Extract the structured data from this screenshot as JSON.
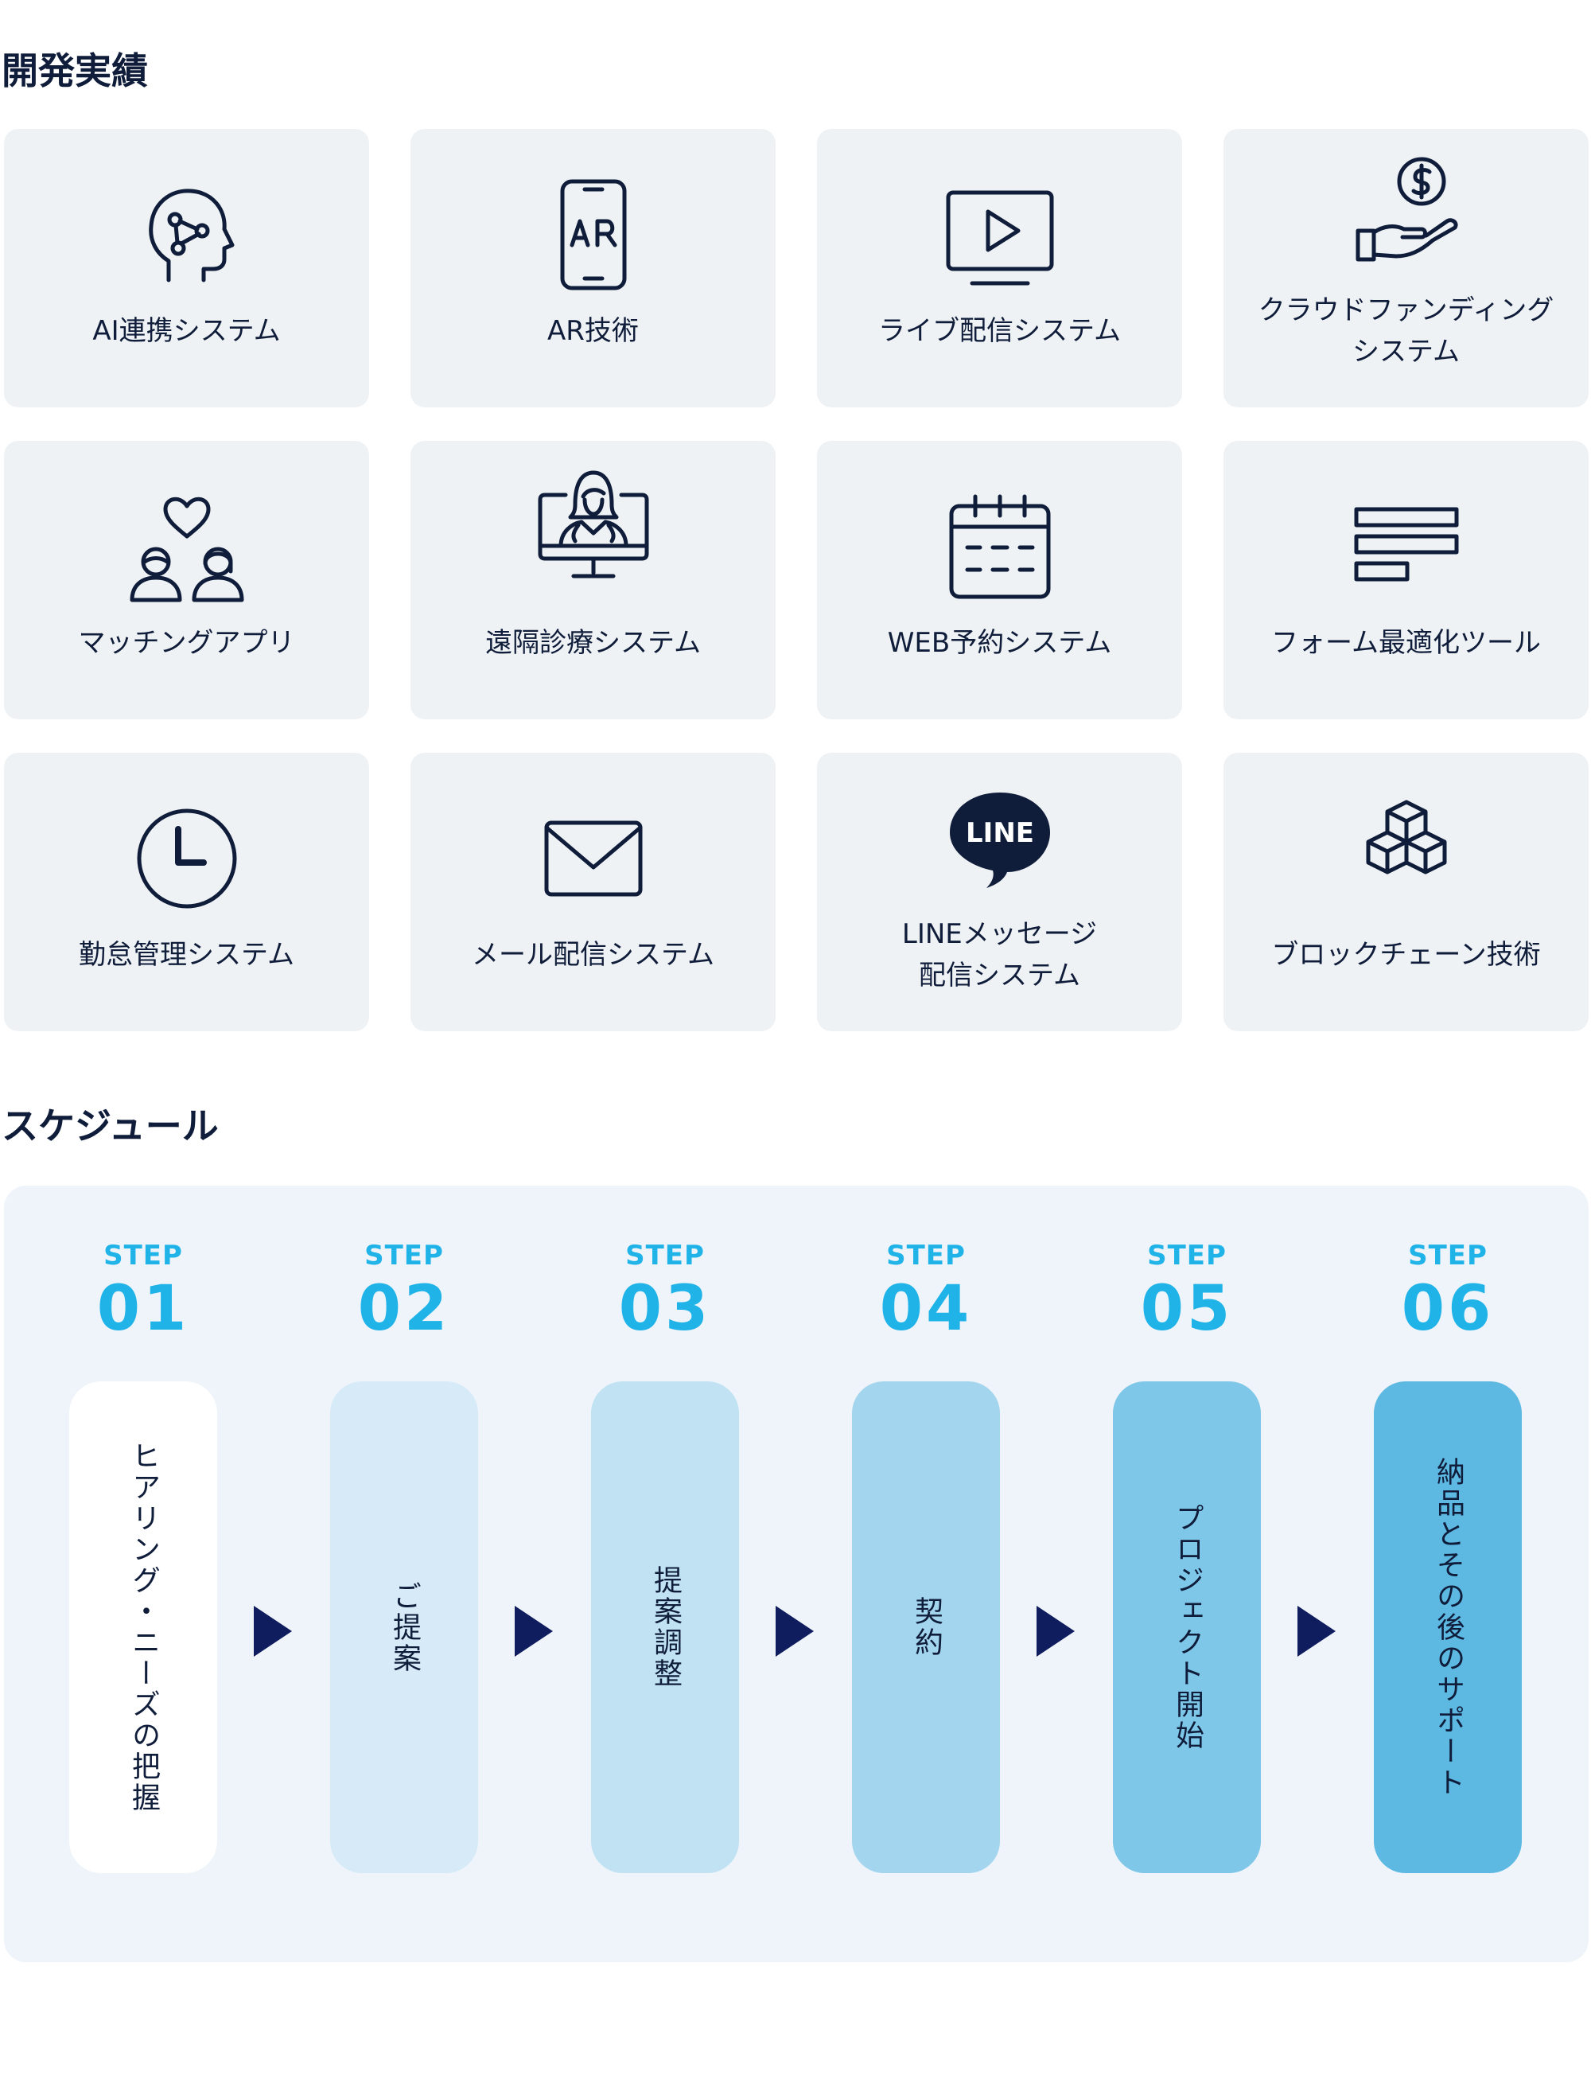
{
  "sections": {
    "works_title": "開発実績",
    "schedule_title": "スケジュール"
  },
  "works": [
    {
      "label": "AI連携システム",
      "icon": "ai-head-icon"
    },
    {
      "label": "AR技術",
      "icon": "ar-phone-icon"
    },
    {
      "label": "ライブ配信システム",
      "icon": "live-video-icon"
    },
    {
      "label": "クラウドファンディング\nシステム",
      "icon": "hand-coin-icon"
    },
    {
      "label": "マッチングアプリ",
      "icon": "matching-hearts-icon"
    },
    {
      "label": "遠隔診療システム",
      "icon": "doctor-monitor-icon"
    },
    {
      "label": "WEB予約システム",
      "icon": "calendar-icon"
    },
    {
      "label": "フォーム最適化ツール",
      "icon": "form-bars-icon"
    },
    {
      "label": "勤怠管理システム",
      "icon": "clock-icon"
    },
    {
      "label": "メール配信システム",
      "icon": "mail-icon"
    },
    {
      "label": "LINEメッセージ\n配信システム",
      "icon": "line-bubble-icon",
      "icon_text": "LINE"
    },
    {
      "label": "ブロックチェーン技術",
      "icon": "blockchain-cubes-icon"
    }
  ],
  "colors": {
    "step_accent": "#1fb3e8",
    "arrow": "#0f1d5e",
    "pill_shades": [
      "#ffffff",
      "#d6ebf7",
      "#c0e2f3",
      "#a3d5ee",
      "#7fc7e8",
      "#5db8e2"
    ]
  },
  "schedule": {
    "steps": [
      {
        "word": "STEP",
        "number": "01",
        "text": "ヒアリング・ニーズの把握"
      },
      {
        "word": "STEP",
        "number": "02",
        "text": "ご提案"
      },
      {
        "word": "STEP",
        "number": "03",
        "text": "提案調整"
      },
      {
        "word": "STEP",
        "number": "04",
        "text": "契約"
      },
      {
        "word": "STEP",
        "number": "05",
        "text": "プロジェクト開始"
      },
      {
        "word": "STEP",
        "number": "06",
        "text": "納品とその後のサポート"
      }
    ]
  }
}
